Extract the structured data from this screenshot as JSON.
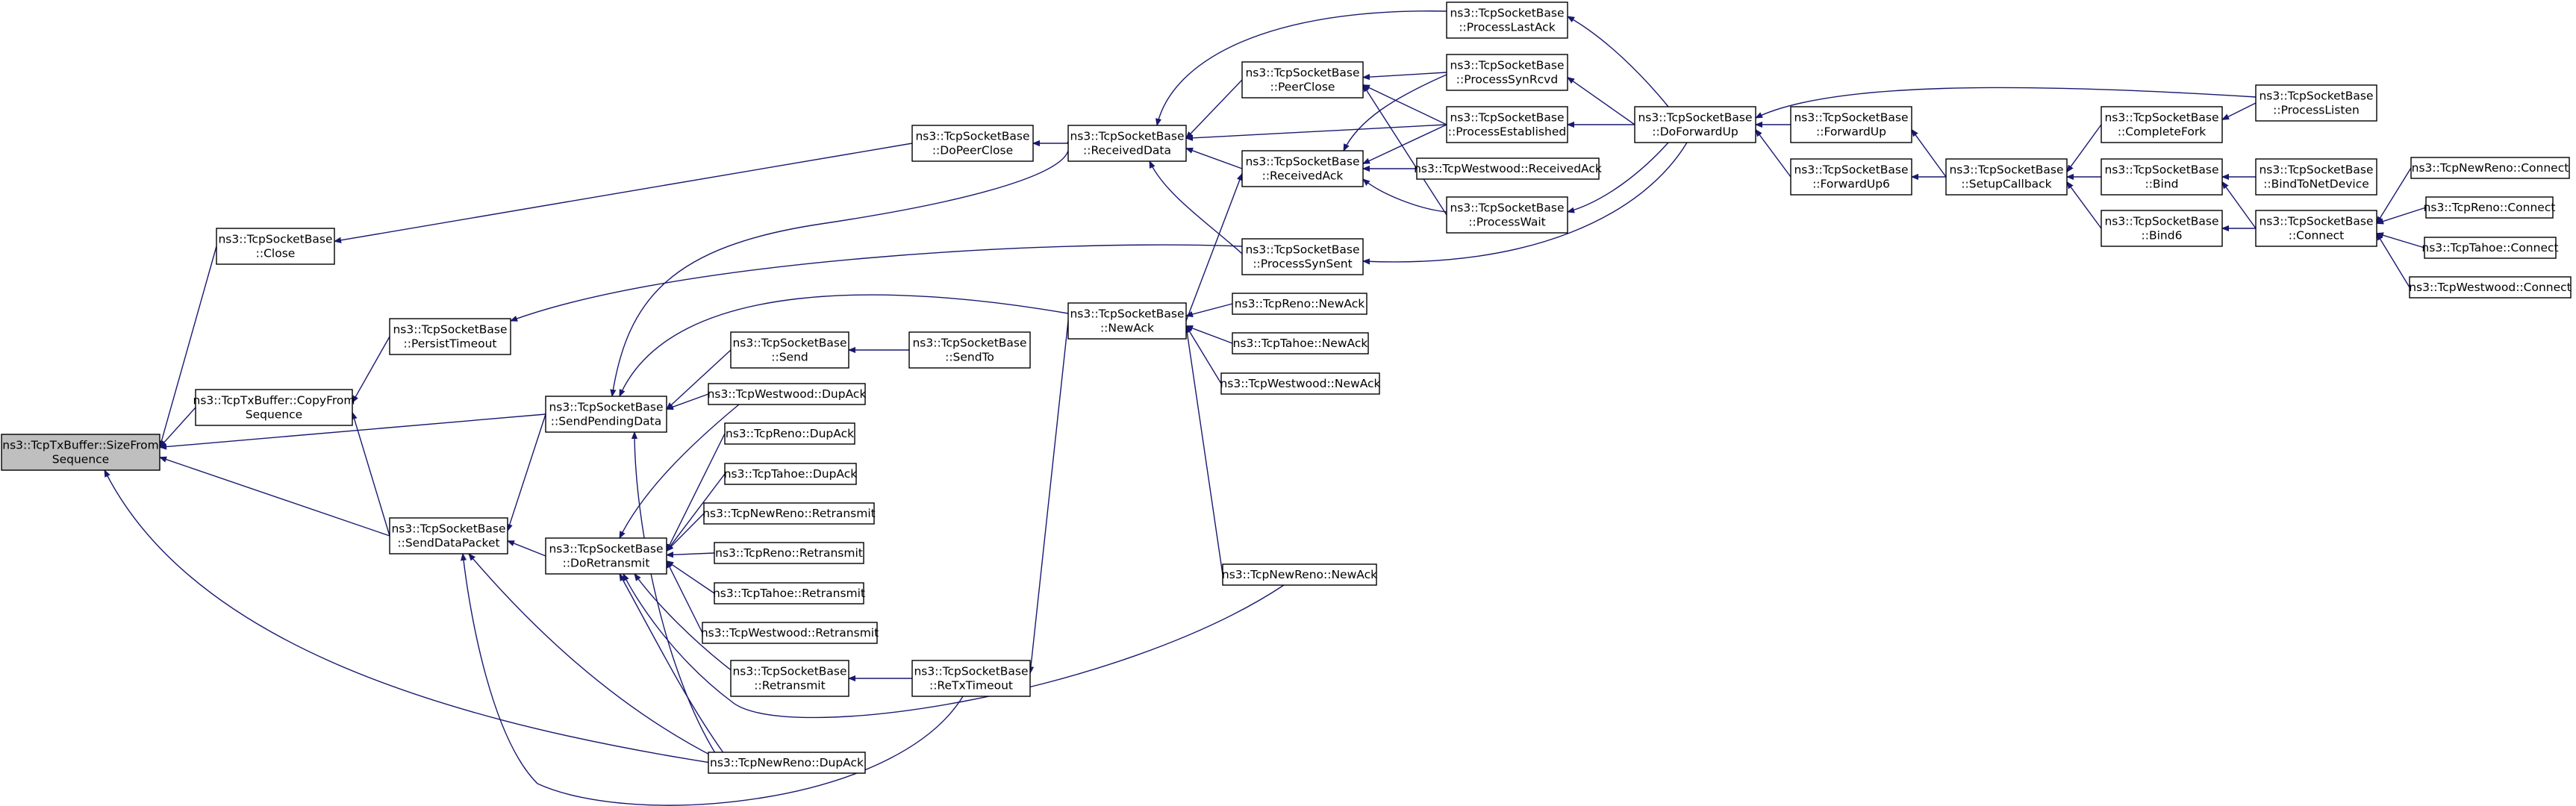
{
  "colors": {
    "edge": "#191970",
    "node_border": "#000000",
    "root_fill": "#bfbfbf",
    "node_fill": "#ffffff"
  },
  "nodes": {
    "sizefrom": [
      "ns3::TcpTxBuffer::SizeFrom",
      "Sequence"
    ],
    "close": [
      "ns3::TcpSocketBase",
      "::Close"
    ],
    "copyfrom": [
      "ns3::TcpTxBuffer::CopyFrom",
      "Sequence"
    ],
    "persist": [
      "ns3::TcpSocketBase",
      "::PersistTimeout"
    ],
    "senddatapacket": [
      "ns3::TcpSocketBase",
      "::SendDataPacket"
    ],
    "sendpending": [
      "ns3::TcpSocketBase",
      "::SendPendingData"
    ],
    "doretransmit": [
      "ns3::TcpSocketBase",
      "::DoRetransmit"
    ],
    "send": [
      "ns3::TcpSocketBase",
      "::Send"
    ],
    "sendto": [
      "ns3::TcpSocketBase",
      "::SendTo"
    ],
    "westwood_dupack": [
      "ns3::TcpWestwood::DupAck"
    ],
    "reno_dupack": [
      "ns3::TcpReno::DupAck"
    ],
    "tahoe_dupack": [
      "ns3::TcpTahoe::DupAck"
    ],
    "newreno_retransmit": [
      "ns3::TcpNewReno::Retransmit"
    ],
    "reno_retransmit": [
      "ns3::TcpReno::Retransmit"
    ],
    "tahoe_retransmit": [
      "ns3::TcpTahoe::Retransmit"
    ],
    "westwood_retransmit": [
      "ns3::TcpWestwood::Retransmit"
    ],
    "retransmit": [
      "ns3::TcpSocketBase",
      "::Retransmit"
    ],
    "retxtimeout": [
      "ns3::TcpSocketBase",
      "::ReTxTimeout"
    ],
    "newreno_dupack": [
      "ns3::TcpNewReno::DupAck"
    ],
    "dopeerclose": [
      "ns3::TcpSocketBase",
      "::DoPeerClose"
    ],
    "receiveddata": [
      "ns3::TcpSocketBase",
      "::ReceivedData"
    ],
    "peerclose": [
      "ns3::TcpSocketBase",
      "::PeerClose"
    ],
    "receivedack": [
      "ns3::TcpSocketBase",
      "::ReceivedAck"
    ],
    "processsynsent": [
      "ns3::TcpSocketBase",
      "::ProcessSynSent"
    ],
    "newack": [
      "ns3::TcpSocketBase",
      "::NewAck"
    ],
    "reno_newack": [
      "ns3::TcpReno::NewAck"
    ],
    "tahoe_newack": [
      "ns3::TcpTahoe::NewAck"
    ],
    "westwood_newack": [
      "ns3::TcpWestwood::NewAck"
    ],
    "newreno_newack": [
      "ns3::TcpNewReno::NewAck"
    ],
    "processlastack": [
      "ns3::TcpSocketBase",
      "::ProcessLastAck"
    ],
    "processsynrcvd": [
      "ns3::TcpSocketBase",
      "::ProcessSynRcvd"
    ],
    "processestablished": [
      "ns3::TcpSocketBase",
      "::ProcessEstablished"
    ],
    "westwood_receivedack": [
      "ns3::TcpWestwood::ReceivedAck"
    ],
    "processwait": [
      "ns3::TcpSocketBase",
      "::ProcessWait"
    ],
    "doforwardup": [
      "ns3::TcpSocketBase",
      "::DoForwardUp"
    ],
    "forwardup": [
      "ns3::TcpSocketBase",
      "::ForwardUp"
    ],
    "forwardup6": [
      "ns3::TcpSocketBase",
      "::ForwardUp6"
    ],
    "setupcallback": [
      "ns3::TcpSocketBase",
      "::SetupCallback"
    ],
    "completefork": [
      "ns3::TcpSocketBase",
      "::CompleteFork"
    ],
    "bind": [
      "ns3::TcpSocketBase",
      "::Bind"
    ],
    "bind6": [
      "ns3::TcpSocketBase",
      "::Bind6"
    ],
    "processlisten": [
      "ns3::TcpSocketBase",
      "::ProcessListen"
    ],
    "bindtonetdevice": [
      "ns3::TcpSocketBase",
      "::BindToNetDevice"
    ],
    "connect": [
      "ns3::TcpSocketBase",
      "::Connect"
    ],
    "newreno_connect": [
      "ns3::TcpNewReno::Connect"
    ],
    "reno_connect": [
      "ns3::TcpReno::Connect"
    ],
    "tahoe_connect": [
      "ns3::TcpTahoe::Connect"
    ],
    "westwood_connect": [
      "ns3::TcpWestwood::Connect"
    ]
  },
  "edges": [
    [
      "close",
      "sizefrom"
    ],
    [
      "copyfrom",
      "sizefrom"
    ],
    [
      "sendpending",
      "sizefrom"
    ],
    [
      "senddatapacket",
      "sizefrom"
    ],
    [
      "newreno_dupack",
      "sizefrom"
    ],
    [
      "dopeerclose",
      "close"
    ],
    [
      "persist",
      "copyfrom"
    ],
    [
      "senddatapacket",
      "copyfrom"
    ],
    [
      "processsynsent",
      "persist"
    ],
    [
      "sendpending",
      "senddatapacket"
    ],
    [
      "doretransmit",
      "senddatapacket"
    ],
    [
      "newreno_dupack",
      "senddatapacket"
    ],
    [
      "retxtimeout",
      "senddatapacket"
    ],
    [
      "send",
      "sendpending"
    ],
    [
      "westwood_dupack",
      "sendpending"
    ],
    [
      "newack",
      "sendpending"
    ],
    [
      "receiveddata",
      "sendpending"
    ],
    [
      "newreno_dupack",
      "sendpending"
    ],
    [
      "reno_dupack",
      "doretransmit"
    ],
    [
      "tahoe_dupack",
      "doretransmit"
    ],
    [
      "newreno_retransmit",
      "doretransmit"
    ],
    [
      "reno_retransmit",
      "doretransmit"
    ],
    [
      "tahoe_retransmit",
      "doretransmit"
    ],
    [
      "westwood_retransmit",
      "doretransmit"
    ],
    [
      "retransmit",
      "doretransmit"
    ],
    [
      "newreno_dupack",
      "doretransmit"
    ],
    [
      "newreno_newack",
      "doretransmit"
    ],
    [
      "westwood_dupack",
      "doretransmit"
    ],
    [
      "sendto",
      "send"
    ],
    [
      "retxtimeout",
      "retransmit"
    ],
    [
      "newack",
      "retxtimeout"
    ],
    [
      "receiveddata",
      "dopeerclose"
    ],
    [
      "peerclose",
      "receiveddata"
    ],
    [
      "processlastack",
      "receiveddata"
    ],
    [
      "processestablished",
      "receiveddata"
    ],
    [
      "receivedack",
      "receiveddata"
    ],
    [
      "processsynsent",
      "receiveddata"
    ],
    [
      "processsynrcvd",
      "receivedack"
    ],
    [
      "processestablished",
      "receivedack"
    ],
    [
      "westwood_receivedack",
      "receivedack"
    ],
    [
      "processwait",
      "receivedack"
    ],
    [
      "newack",
      "receivedack"
    ],
    [
      "processsynrcvd",
      "peerclose"
    ],
    [
      "processestablished",
      "peerclose"
    ],
    [
      "processwait",
      "peerclose"
    ],
    [
      "reno_newack",
      "newack"
    ],
    [
      "tahoe_newack",
      "newack"
    ],
    [
      "westwood_newack",
      "newack"
    ],
    [
      "newreno_newack",
      "newack"
    ],
    [
      "doforwardup",
      "processlastack"
    ],
    [
      "doforwardup",
      "processsynrcvd"
    ],
    [
      "doforwardup",
      "processestablished"
    ],
    [
      "doforwardup",
      "processwait"
    ],
    [
      "doforwardup",
      "processsynsent"
    ],
    [
      "processlisten",
      "doforwardup"
    ],
    [
      "forwardup",
      "doforwardup"
    ],
    [
      "forwardup6",
      "doforwardup"
    ],
    [
      "setupcallback",
      "forwardup"
    ],
    [
      "setupcallback",
      "forwardup6"
    ],
    [
      "completefork",
      "setupcallback"
    ],
    [
      "bind",
      "setupcallback"
    ],
    [
      "bind6",
      "setupcallback"
    ],
    [
      "processlisten",
      "completefork"
    ],
    [
      "bindtonetdevice",
      "bind"
    ],
    [
      "connect",
      "bind"
    ],
    [
      "connect",
      "bind6"
    ],
    [
      "newreno_connect",
      "connect"
    ],
    [
      "reno_connect",
      "connect"
    ],
    [
      "tahoe_connect",
      "connect"
    ],
    [
      "westwood_connect",
      "connect"
    ]
  ]
}
